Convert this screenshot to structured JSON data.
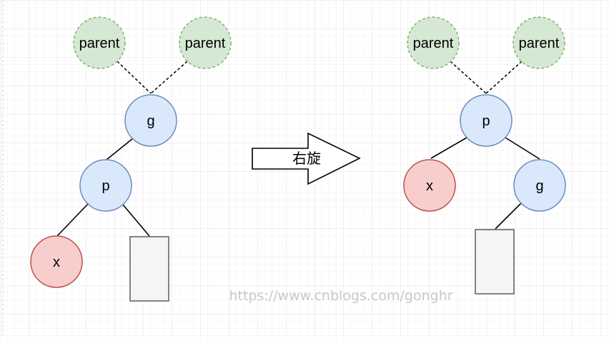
{
  "colors": {
    "parent_fill": "#d5e8d4",
    "parent_stroke": "#82b366",
    "blue_fill": "#dae8fc",
    "blue_stroke": "#6c8ebf",
    "red_fill": "#f8cecc",
    "red_stroke": "#b85450",
    "subtree_fill": "#f5f5f5",
    "subtree_stroke": "#666666",
    "grid": "#e6e6e6"
  },
  "before": {
    "parent_left": "parent",
    "parent_right": "parent",
    "g": "g",
    "p": "p",
    "x": "x"
  },
  "arrow": {
    "label": "右旋"
  },
  "after": {
    "parent_left": "parent",
    "parent_right": "parent",
    "p": "p",
    "x": "x",
    "g": "g"
  },
  "watermark": "https://www.cnblogs.com/gonghr"
}
